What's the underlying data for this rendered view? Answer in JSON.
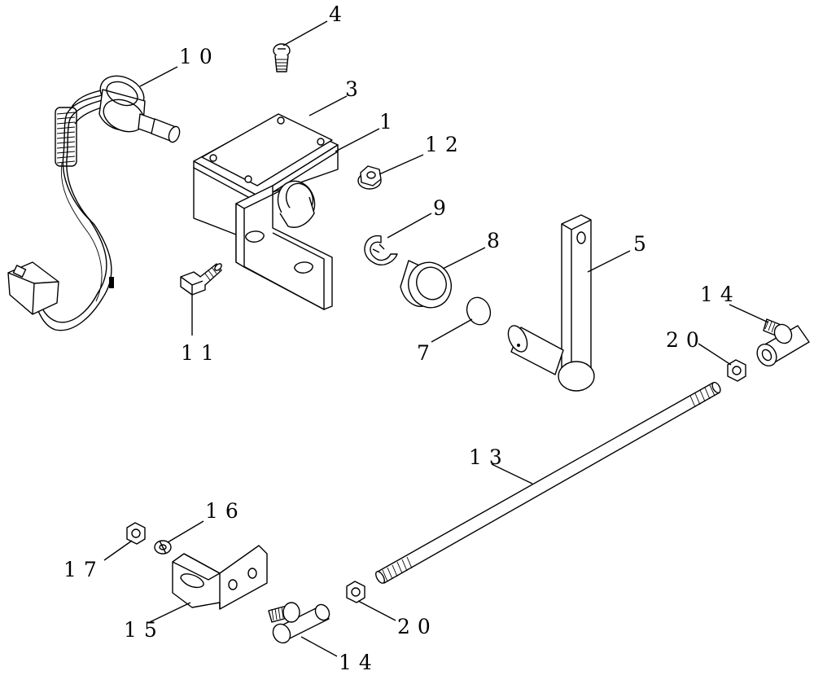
{
  "callouts": {
    "c1": "1",
    "c3": "3",
    "c4": "4",
    "c5": "5",
    "c7": "7",
    "c8": "8",
    "c9": "9",
    "c10": "10",
    "c11": "11",
    "c12": "12",
    "c13": "13",
    "c14_top": "14",
    "c14_bottom": "14",
    "c15": "15",
    "c16": "16",
    "c17": "17",
    "c20_top": "20",
    "c20_bottom": "20"
  }
}
